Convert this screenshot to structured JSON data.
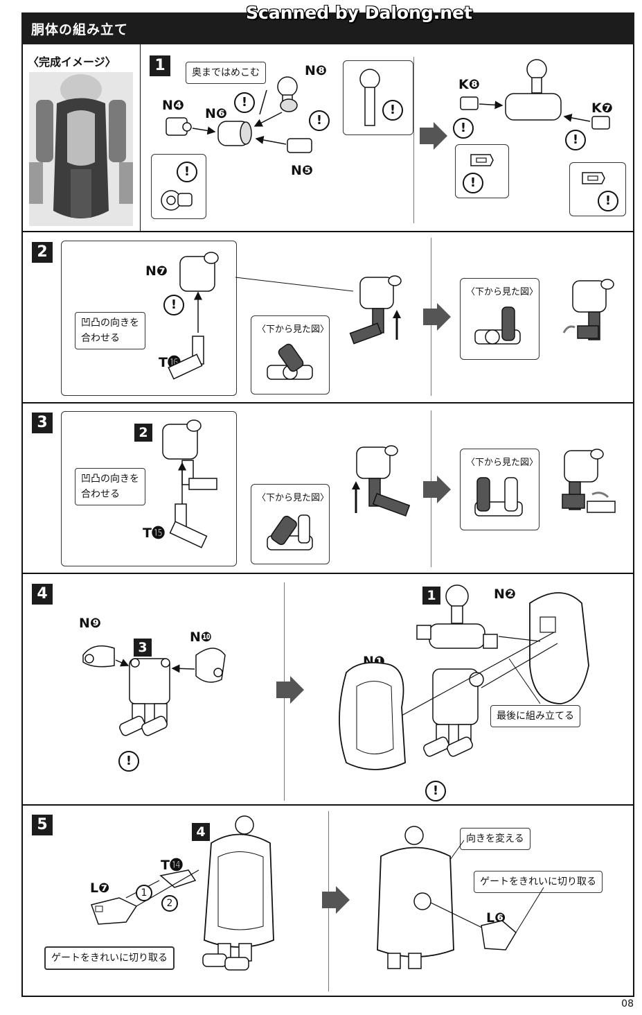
{
  "watermark": "Scanned by Dalong.net",
  "header": {
    "title": "胴体の組み立て"
  },
  "completed_image_label": "〈完成イメージ〉",
  "steps": [
    {
      "number": "1",
      "parts": {
        "n4": "N❹",
        "n6": "N❻",
        "n8": "N❽",
        "n5": "N❺",
        "k8": "K❽",
        "k7": "K❼"
      },
      "callout": "奥まではめこむ"
    },
    {
      "number": "2",
      "parts": {
        "n7": "N❼",
        "t16": "T⓰"
      },
      "callout": "凹凸の向きを\n合わせる",
      "inset_title": "〈下から見た図〉",
      "inset_title_right": "〈下から見た図〉"
    },
    {
      "number": "3",
      "parts": {
        "sub": "2",
        "t15": "T⓯"
      },
      "callout": "凹凸の向きを\n合わせる",
      "inset_title": "〈下から見た図〉",
      "inset_title_right": "〈下から見た図〉"
    },
    {
      "number": "4",
      "parts": {
        "n9": "N❾",
        "sub": "3",
        "n10": "N❿",
        "sub1": "1",
        "n2": "N❷",
        "n1": "N❶"
      },
      "callout": "最後に組み立てる"
    },
    {
      "number": "5",
      "parts": {
        "sub": "4",
        "t14": "T⓮",
        "l7": "L❼",
        "l6": "L❻"
      },
      "callout_left": "ゲートをきれいに切り取る",
      "callout_dir": "向きを変える",
      "callout_right": "ゲートをきれいに切り取る",
      "order": [
        "1",
        "2"
      ]
    }
  ],
  "warning_symbol": "!",
  "page_number": "08"
}
